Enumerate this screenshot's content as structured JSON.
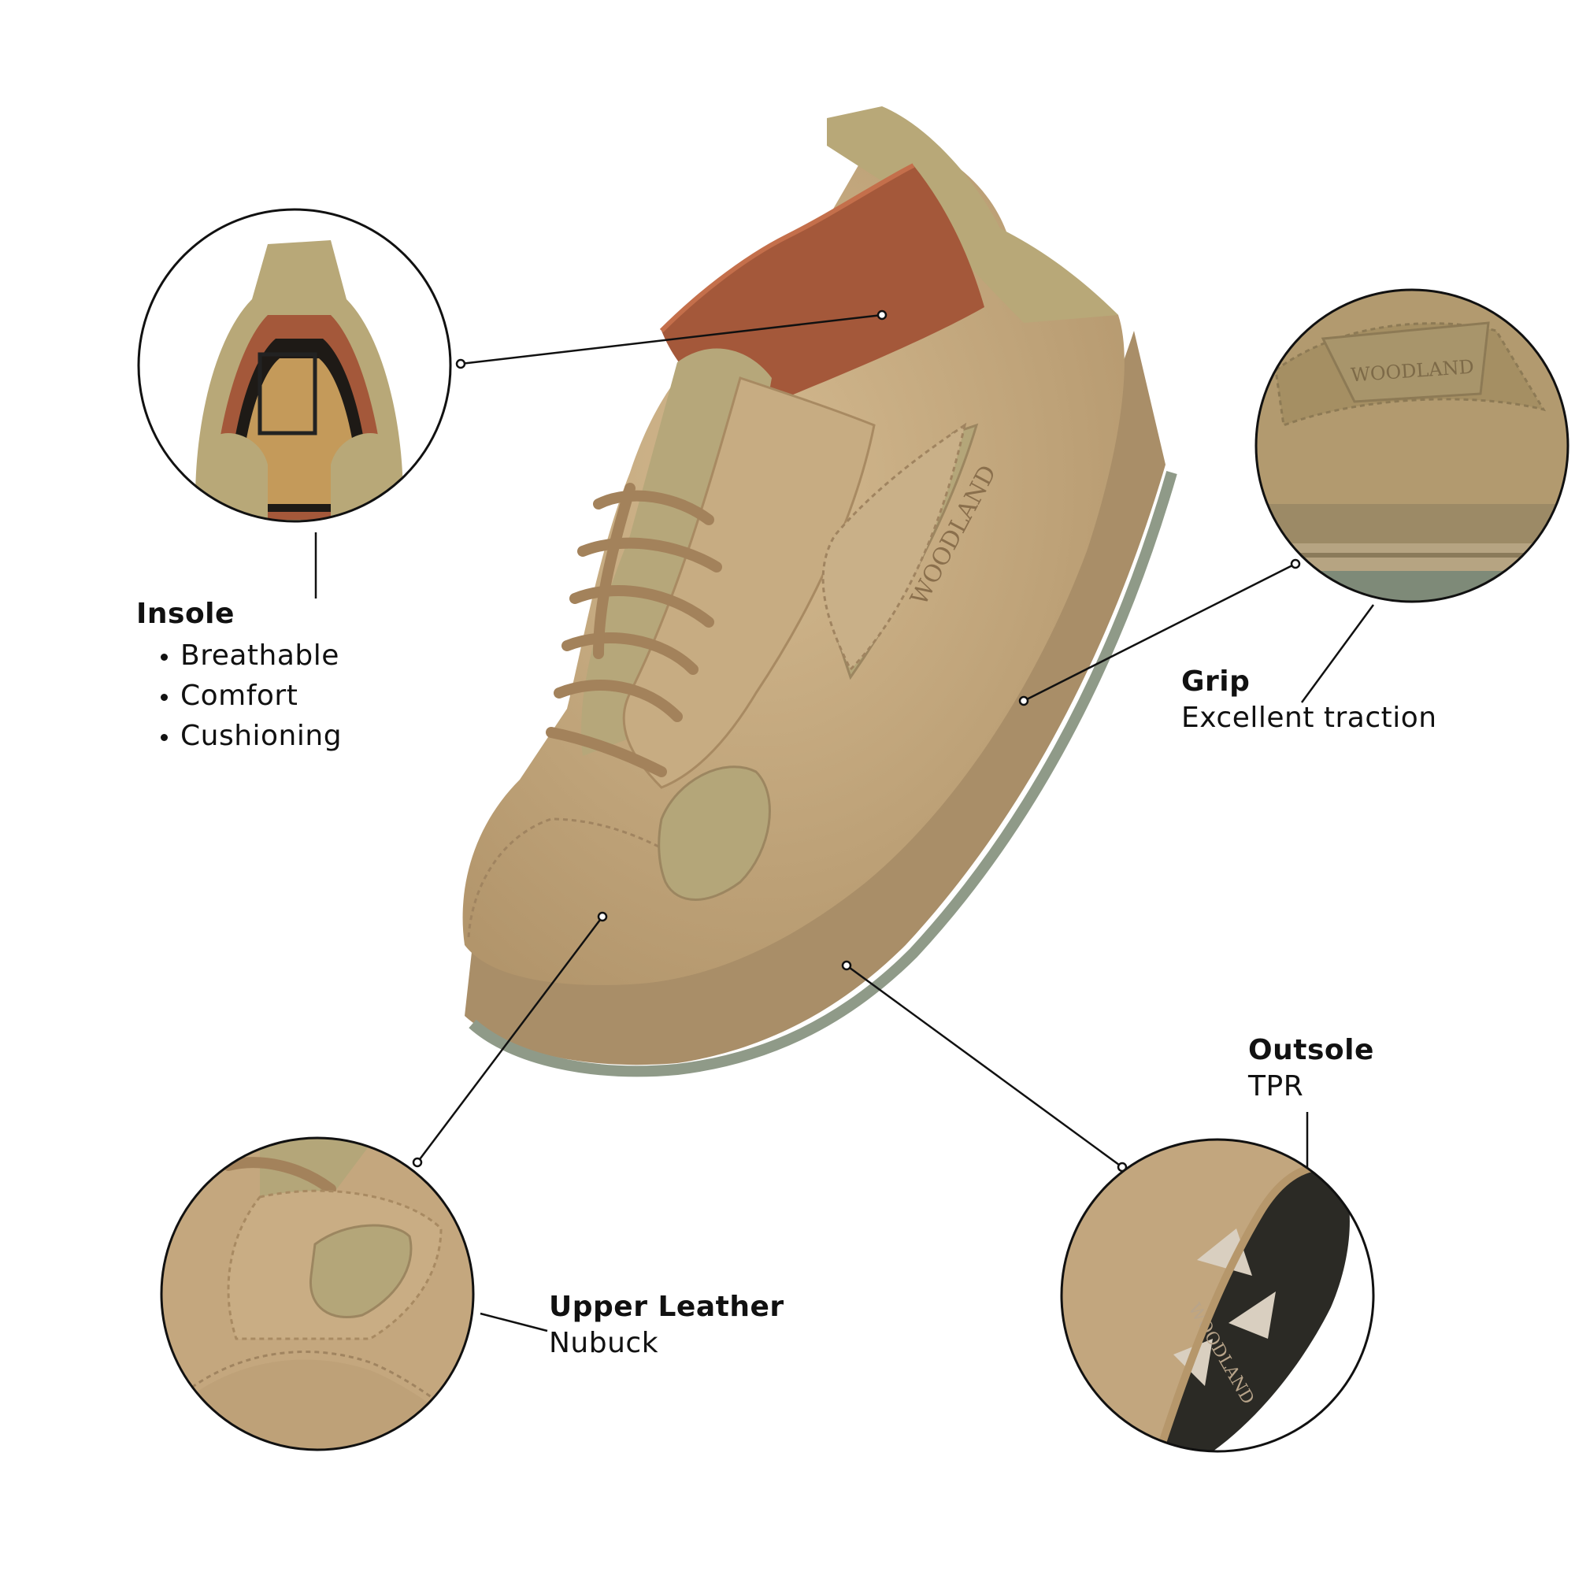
{
  "callouts": {
    "insole": {
      "title": "Insole",
      "bullets": [
        "Breathable",
        "Comfort",
        "Cushioning"
      ]
    },
    "grip": {
      "title": "Grip",
      "subtitle": "Excellent traction"
    },
    "outsole": {
      "title": "Outsole",
      "subtitle": "TPR"
    },
    "upper": {
      "title": "Upper Leather",
      "subtitle": "Nubuck"
    }
  },
  "brand": {
    "logo_text": "WOODLAND"
  },
  "colors": {
    "leather": "#c2a67e",
    "leather_dark": "#a88a62",
    "suede": "#b4a679",
    "lining": "#a4583a",
    "sole_tread": "#2b2a25",
    "outline": "#111111"
  }
}
